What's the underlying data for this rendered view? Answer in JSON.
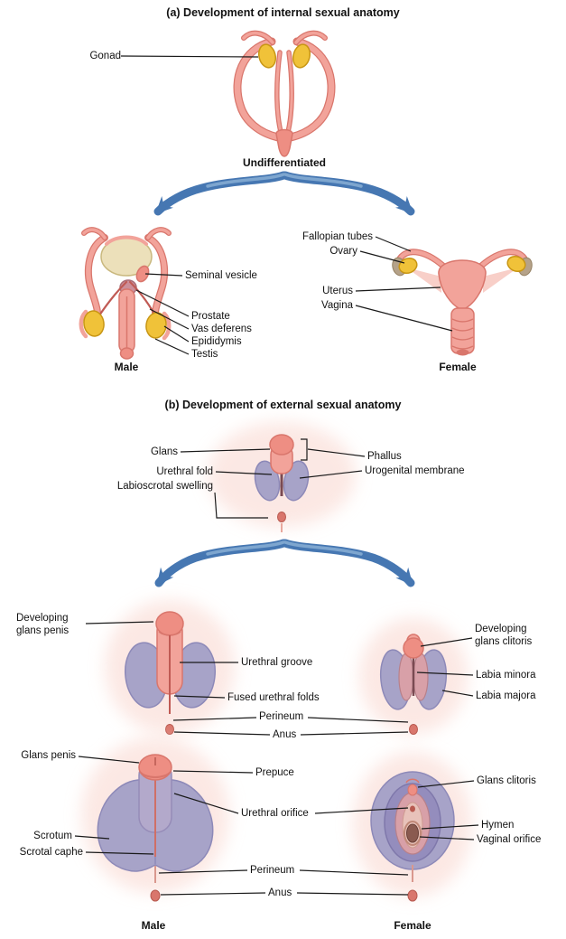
{
  "figure": {
    "section_a": {
      "title": "(a) Development of internal sexual anatomy",
      "labels": {
        "gonad": "Gonad",
        "undifferentiated": "Undifferentiated",
        "seminal_vesicle": "Seminal vesicle",
        "prostate": "Prostate",
        "vas_deferens": "Vas deferens",
        "epididymis": "Epididymis",
        "testis": "Testis",
        "male": "Male",
        "fallopian_tubes": "Fallopian tubes",
        "ovary": "Ovary",
        "uterus": "Uterus",
        "vagina": "Vagina",
        "female": "Female"
      }
    },
    "section_b": {
      "title": "(b) Development of external sexual anatomy",
      "labels": {
        "glans": "Glans",
        "phallus": "Phallus",
        "urethral_fold": "Urethral fold",
        "urogenital_membrane": "Urogenital membrane",
        "labioscrotal_swelling": "Labioscrotal swelling",
        "developing_glans_penis": "Developing\nglans penis",
        "developing_glans_clitoris": "Developing\nglans clitoris",
        "urethral_groove": "Urethral groove",
        "labia_minora": "Labia minora",
        "labia_majora": "Labia majora",
        "fused_urethral_folds": "Fused urethral folds",
        "perineum_mid": "Perineum",
        "anus_mid": "Anus",
        "glans_penis": "Glans penis",
        "prepuce": "Prepuce",
        "glans_clitoris": "Glans clitoris",
        "urethral_orifice": "Urethral orifice",
        "scrotum": "Scrotum",
        "scrotal_raphe": "Scrotal caphe",
        "hymen": "Hymen",
        "vaginal_orifice": "Vaginal orifice",
        "perineum_bottom": "Perineum",
        "anus_bottom": "Anus",
        "male": "Male",
        "female": "Female"
      }
    },
    "colors": {
      "arrow_blue": "#4677b2",
      "tissue_pink": "#f2a39a",
      "tissue_pink_dark": "#d9766c",
      "tissue_pink_light": "#f9d6ce",
      "fold_purple": "#a7a3c8",
      "fold_purple_dark": "#8d89b8",
      "gonad_yellow": "#f0c239",
      "gonad_yellow_dark": "#c89614",
      "bladder_cream": "#ece0ba",
      "glans_pink": "#ee8e83",
      "inner_pink": "#d8a0a8",
      "leader_line": "#1a1a1a"
    }
  }
}
